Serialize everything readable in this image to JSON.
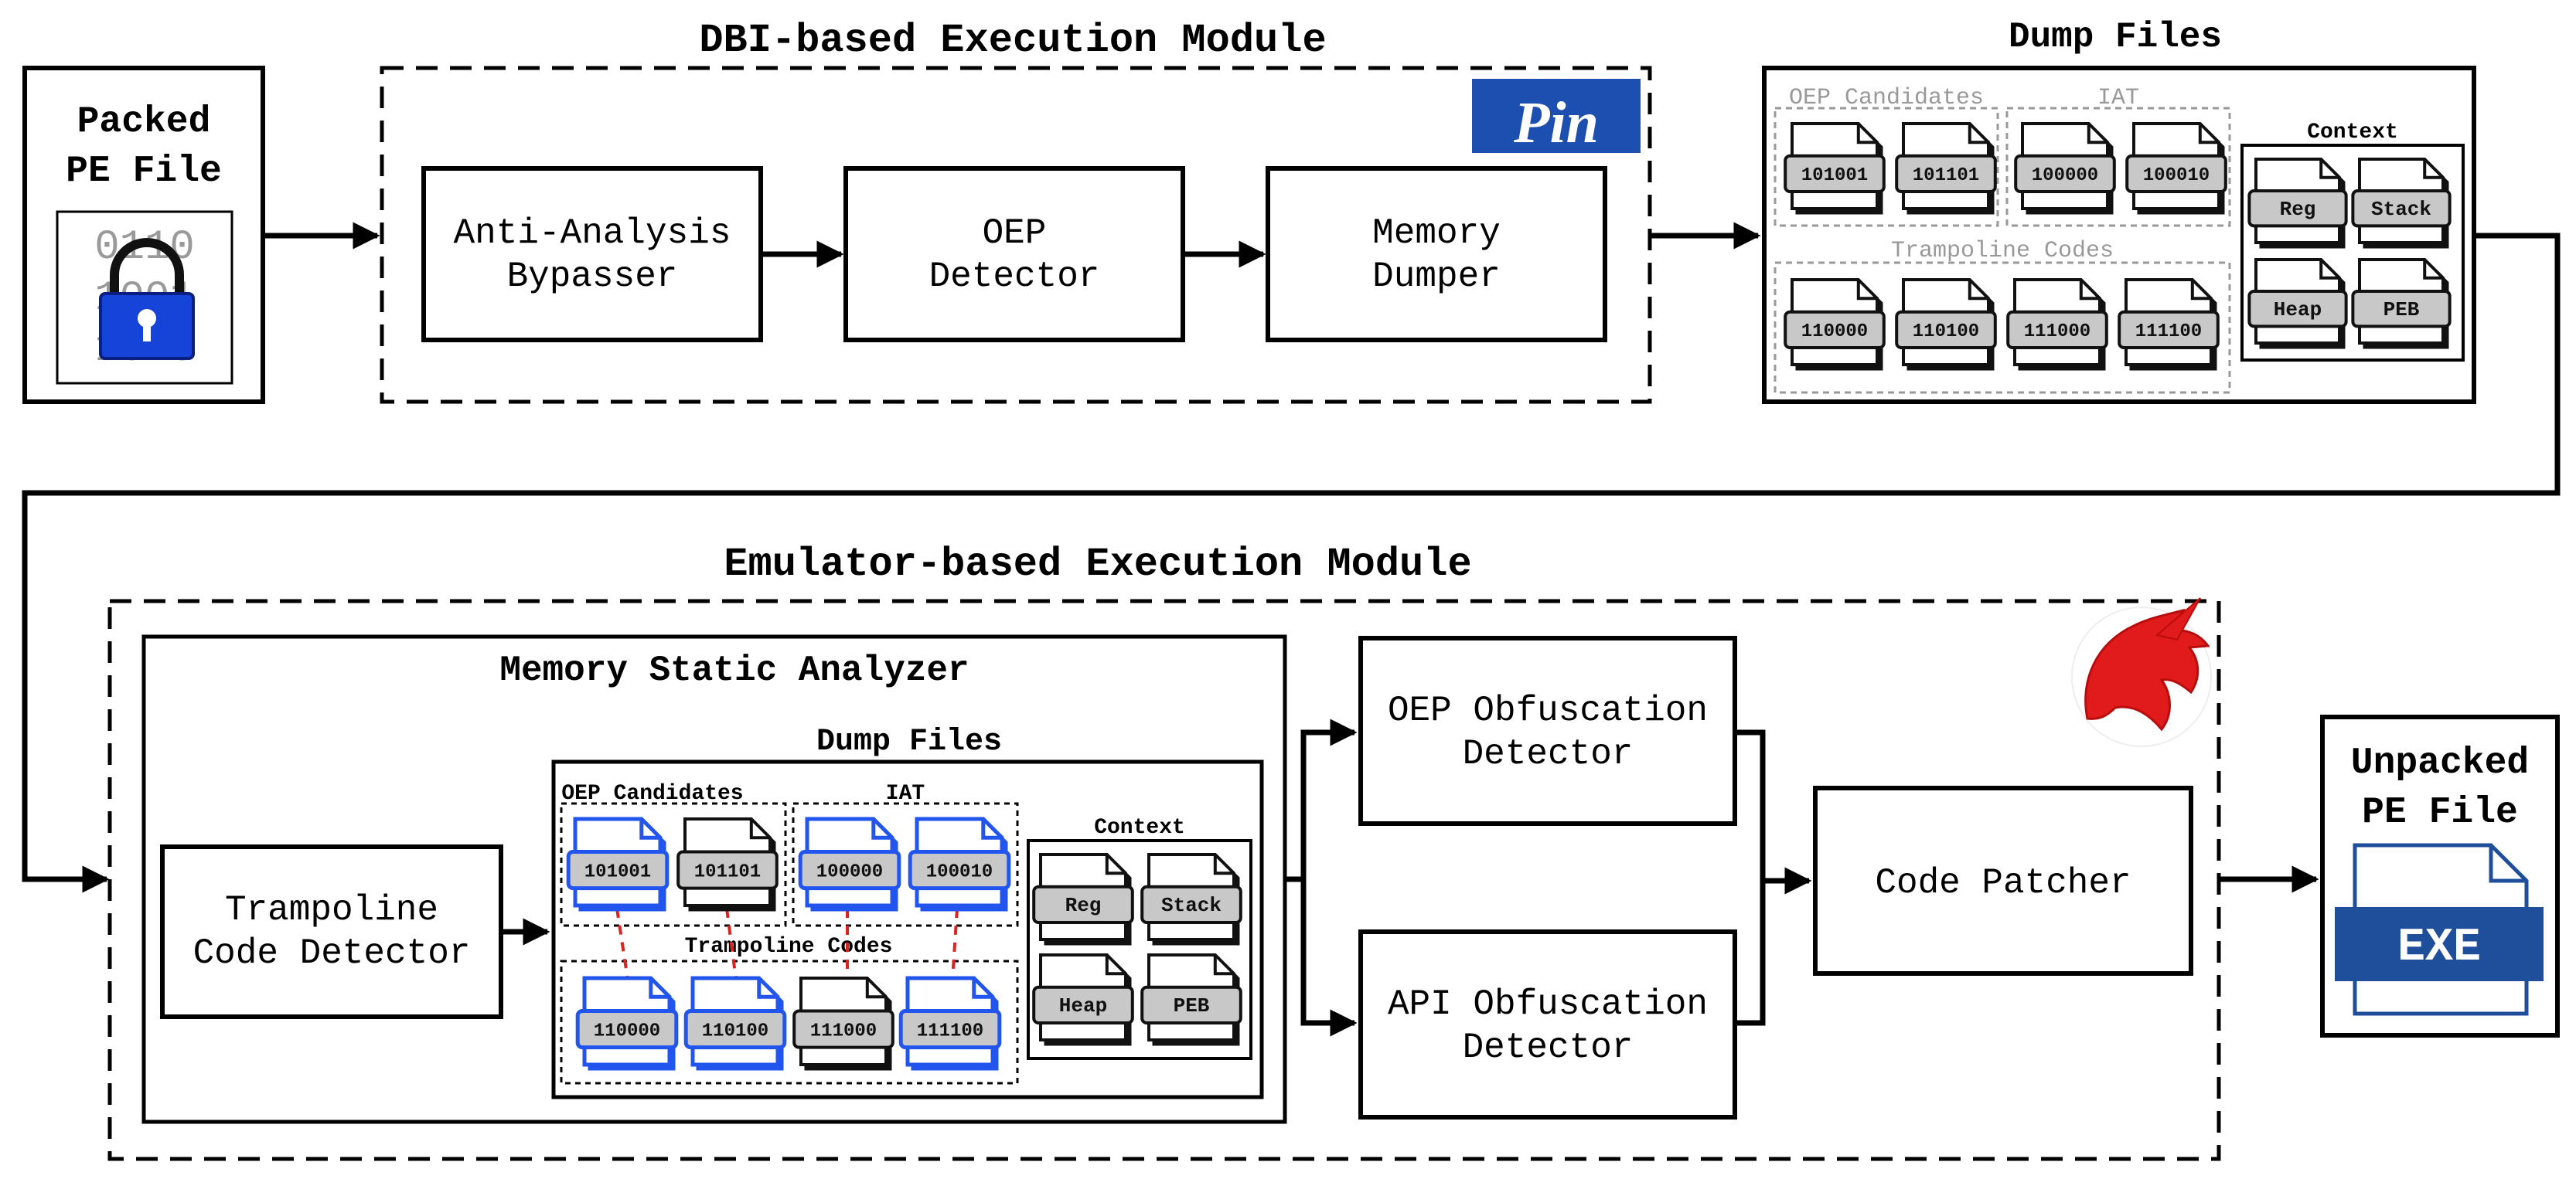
{
  "top": {
    "packed_title_line1": "Packed",
    "packed_title_line2": "PE File",
    "packed_icon_bits": [
      "0110",
      "1001",
      "1010"
    ],
    "dbi_module_title": "DBI-based Execution Module",
    "pin_logo_text": "Pin",
    "anti_analysis_line1": "Anti-Analysis",
    "anti_analysis_line2": "Bypasser",
    "oep_detector_line1": "OEP",
    "oep_detector_line2": "Detector",
    "memory_dumper_line1": "Memory",
    "memory_dumper_line2": "Dumper",
    "dump_files_title": "Dump Files"
  },
  "dump_top": {
    "oep_candidates_label": "OEP Candidates",
    "iat_label": "IAT",
    "trampoline_label": "Trampoline Codes",
    "context_label": "Context",
    "oep_files": [
      "101001",
      "101101"
    ],
    "iat_files": [
      "100000",
      "100010"
    ],
    "trampoline_files": [
      "110000",
      "110100",
      "111000",
      "111100"
    ],
    "context_items": [
      "Reg",
      "Stack",
      "Heap",
      "PEB"
    ]
  },
  "bottom": {
    "emulator_module_title": "Emulator-based Execution Module",
    "static_analyzer_title": "Memory Static Analyzer",
    "trampoline_detector_line1": "Trampoline",
    "trampoline_detector_line2": "Code Detector",
    "dump_files_title": "Dump Files",
    "oep_obf_line1": "OEP Obfuscation",
    "oep_obf_line2": "Detector",
    "api_obf_line1": "API Obfuscation",
    "api_obf_line2": "Detector",
    "code_patcher_label": "Code Patcher",
    "unpacked_title_line1": "Unpacked",
    "unpacked_title_line2": "PE File",
    "exe_label": "EXE"
  },
  "dump_bottom": {
    "oep_candidates_label": "OEP Candidates",
    "iat_label": "IAT",
    "trampoline_label": "Trampoline Codes",
    "context_label": "Context",
    "oep_files": [
      "101001",
      "101101"
    ],
    "iat_files": [
      "100000",
      "100010"
    ],
    "trampoline_files": [
      "110000",
      "110100",
      "111000",
      "111100"
    ],
    "context_items": [
      "Reg",
      "Stack",
      "Heap",
      "PEB"
    ]
  },
  "colors": {
    "highlight_blue": "#2255ee",
    "file_gray": "#c8c8c8",
    "exe_blue": "#1f4f9a",
    "pin_blue": "#1d4fb0",
    "unicorn_red": "#e11b1b",
    "link_red": "#dd2222",
    "dotted_gray": "#999999"
  },
  "icons": {
    "lock": "padlock-icon",
    "file": "file-icon",
    "pin": "pin-logo",
    "unicorn": "unicorn-logo",
    "exe": "exe-file-icon"
  }
}
